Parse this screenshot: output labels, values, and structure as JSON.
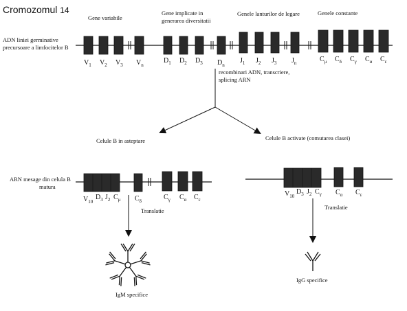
{
  "title": {
    "text": "Cromozomul",
    "number": "14"
  },
  "headers": {
    "variable": "Gene variabile",
    "diversity_1": "Gene implicate in",
    "diversity_2": "generarea diversitatii",
    "joining": "Genele lanturilor de legare",
    "constant": "Genele constante"
  },
  "germline_label": {
    "line1": "ADN liniei germinative",
    "line2": "precursoare a limfocitelor B"
  },
  "germline_genes": {
    "v": [
      {
        "main": "V",
        "sub": "1"
      },
      {
        "main": "V",
        "sub": "2"
      },
      {
        "main": "V",
        "sub": "3"
      },
      {
        "main": "V",
        "sub": "n"
      }
    ],
    "d": [
      {
        "main": "D",
        "sub": "1"
      },
      {
        "main": "D",
        "sub": "2"
      },
      {
        "main": "D",
        "sub": "3"
      },
      {
        "main": "D",
        "sub": "n"
      }
    ],
    "j": [
      {
        "main": "J",
        "sub": "1"
      },
      {
        "main": "J",
        "sub": "2"
      },
      {
        "main": "J",
        "sub": "3"
      },
      {
        "main": "J",
        "sub": "n"
      }
    ],
    "c": [
      {
        "main": "C",
        "sub": "μ"
      },
      {
        "main": "C",
        "sub": "δ"
      },
      {
        "main": "C",
        "sub": "γ"
      },
      {
        "main": "C",
        "sub": "α"
      },
      {
        "main": "C",
        "sub": "ε"
      }
    ]
  },
  "process": {
    "line1": "recombinari ADN, transcriere,",
    "line2": "splicing ARN"
  },
  "branches": {
    "resting": "Celule B in asteptare",
    "activated": "Celule B activate (comutarea clasei)"
  },
  "mrna_label": {
    "line1": "ARN mesage din celula B",
    "line2": "matura"
  },
  "left_genes": {
    "vdj": [
      {
        "main": "V",
        "sub": "10"
      },
      {
        "main": "D",
        "sub": "3"
      },
      {
        "main": "J",
        "sub": "2"
      },
      {
        "main": "C",
        "sub": "μ"
      }
    ],
    "rest": [
      {
        "main": "C",
        "sub": "δ"
      },
      {
        "main": "C",
        "sub": "γ"
      },
      {
        "main": "C",
        "sub": "α"
      },
      {
        "main": "C",
        "sub": "ε"
      }
    ]
  },
  "right_genes": {
    "vdj": [
      {
        "main": "V",
        "sub": "10"
      },
      {
        "main": "D",
        "sub": "3"
      },
      {
        "main": "J",
        "sub": "2"
      },
      {
        "main": "C",
        "sub": "γ"
      }
    ],
    "rest": [
      {
        "main": "C",
        "sub": "α"
      },
      {
        "main": "C",
        "sub": "ε"
      }
    ]
  },
  "translation": {
    "left": "Translatie",
    "right": "Translatie"
  },
  "products": {
    "left": "IgM specifice",
    "right": "IgG specifice"
  },
  "colors": {
    "ink": "#111111",
    "segment": "#2a2a2a",
    "background": "#ffffff"
  }
}
